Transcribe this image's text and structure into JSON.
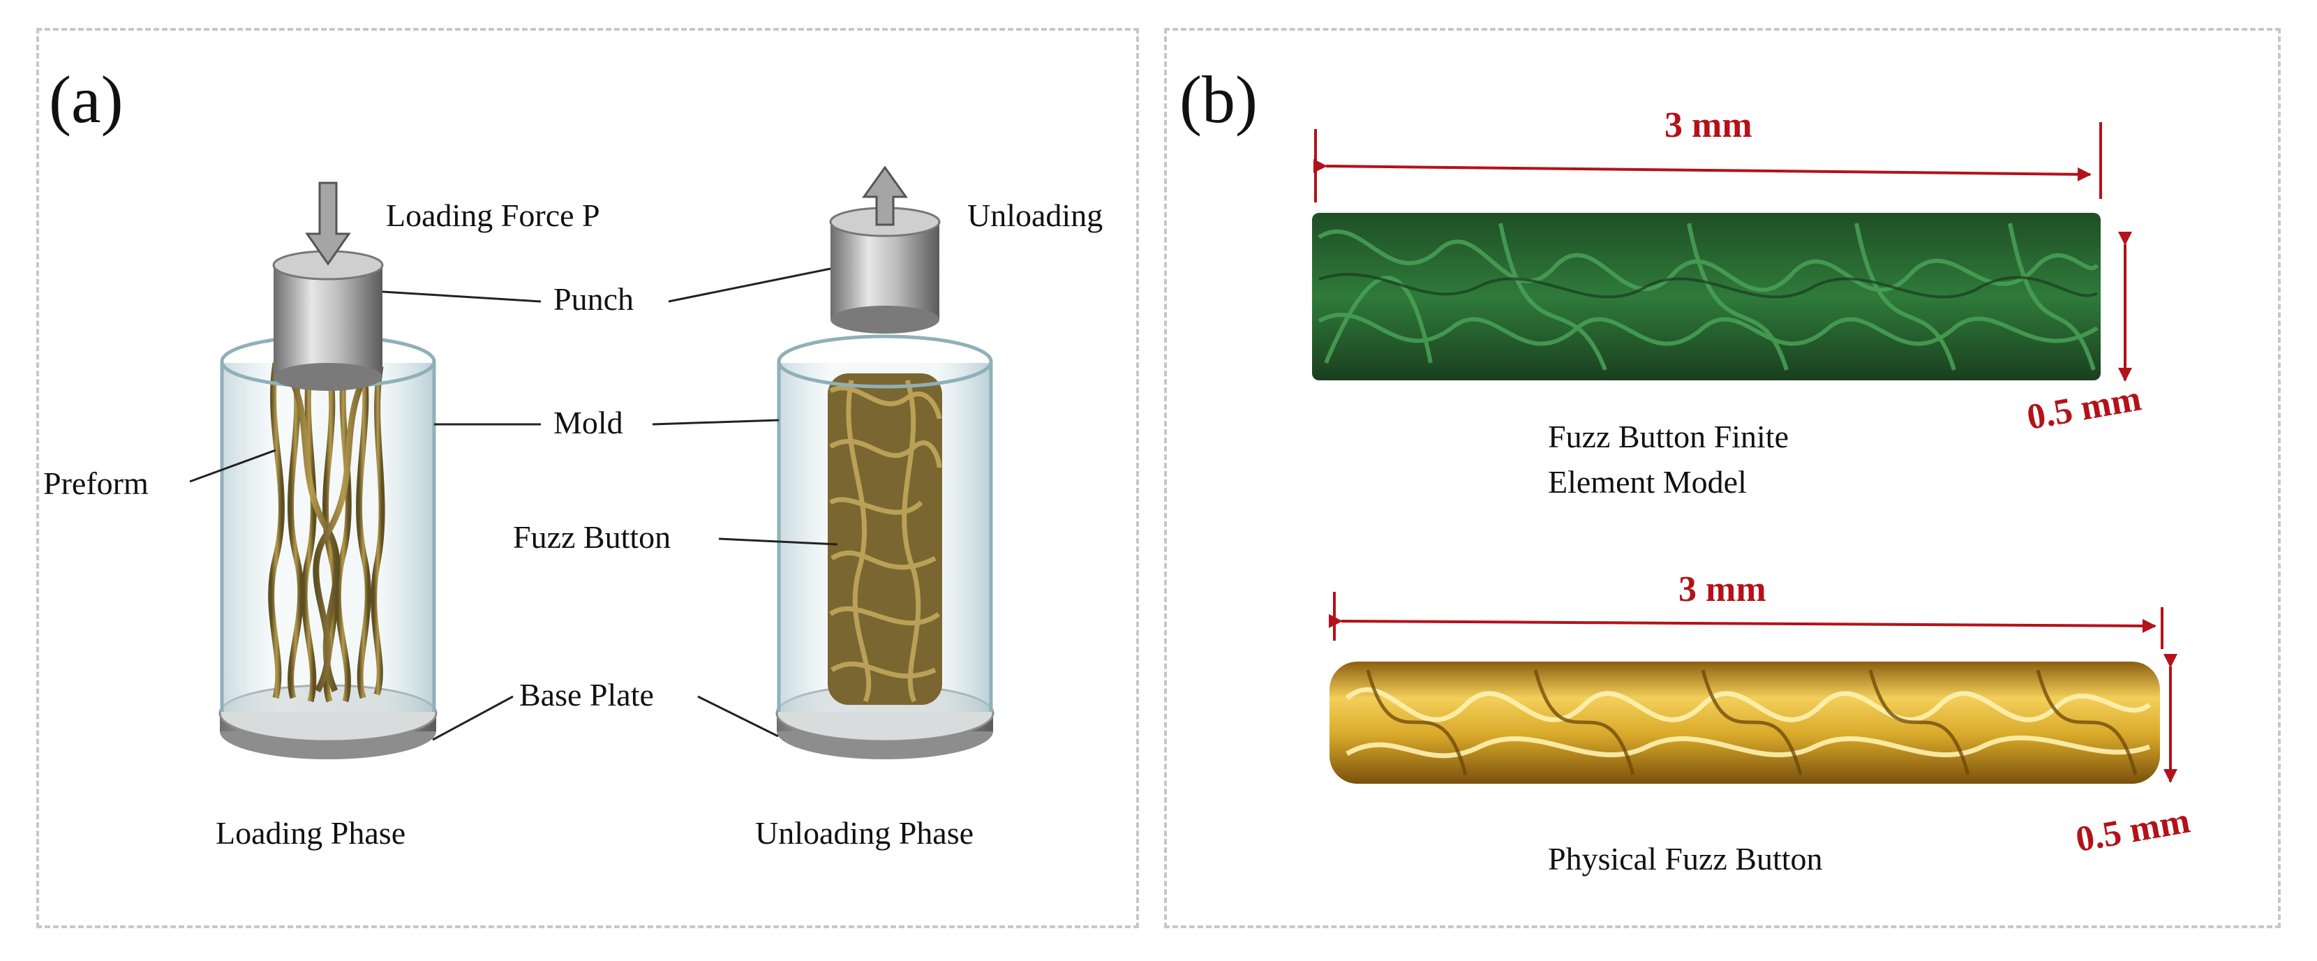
{
  "panel_a": {
    "label": "(a)",
    "loading_force": "Loading Force P",
    "unloading": "Unloading",
    "punch": "Punch",
    "mold": "Mold",
    "preform": "Preform",
    "fuzz_button": "Fuzz Button",
    "base_plate": "Base Plate",
    "loading_phase": "Loading Phase",
    "unloading_phase": "Unloading Phase"
  },
  "panel_b": {
    "label": "(b)",
    "fe_length": "3 mm",
    "fe_diameter": "0.5 mm",
    "fe_caption_line1": "Fuzz Button Finite",
    "fe_caption_line2": "Element  Model",
    "phys_length": "3 mm",
    "phys_diameter": "0.5 mm",
    "phys_caption": "Physical Fuzz Button"
  },
  "colors": {
    "dimension": "#b3121a",
    "fe_model": "#2f7a3a",
    "physical": "#d9a92a",
    "wire": "#8a7436"
  }
}
